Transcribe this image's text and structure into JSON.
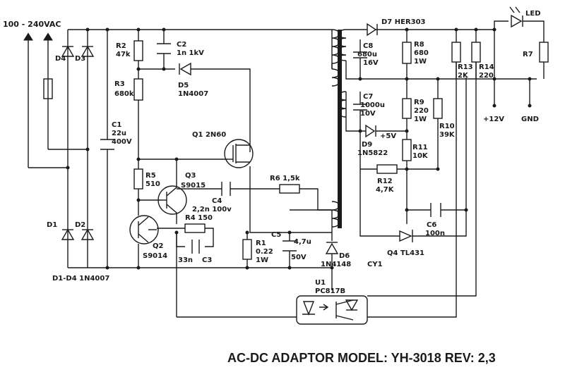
{
  "diagram_title": "AC-DC ADAPTOR  MODEL: YH-3018 REV: 2,3",
  "input": {
    "voltage": "100 - 240VAC"
  },
  "outputs": {
    "v12": "+12V",
    "gnd": "GND",
    "v5": "+5V"
  },
  "components": {
    "D4": "D4",
    "D3": "D3",
    "D1": "D1",
    "D2": "D2",
    "bridge": "D1-D4 1N4007",
    "C1": "C1",
    "C1v": "22u",
    "C1r": "400V",
    "R2": "R2",
    "R2v": "47k",
    "C2": "C2",
    "C2v": "1n 1kV",
    "D5": "D5",
    "D5v": "1N4007",
    "R3": "R3",
    "R3v": "680k",
    "Q1": "Q1 2N60",
    "R5": "R5",
    "R5v": "510",
    "Q3": "Q3",
    "Q3v": "S9015",
    "C4": "C4",
    "C4v": "2,2n 100v",
    "R6": "R6 1,5k",
    "Q2": "Q2",
    "Q2v": "S9014",
    "R4": "R4 150",
    "C3v": "33n",
    "C3": "C3",
    "R1": "R1",
    "R1v": "0.22",
    "R1r": "1W",
    "C5": "C5",
    "C5v": "4,7u",
    "C5r": "50V",
    "D6": "D6",
    "D6v": "1N4148",
    "CY1": "CY1",
    "U1": "U1",
    "U1v": "PC817B",
    "D7": "D7  HER303",
    "C8": "C8",
    "C8v": "680u",
    "C8r": "16V",
    "R8": "R8",
    "R8v": "680",
    "R8r": "1W",
    "R13": "R13",
    "R13v": "2K",
    "R14": "R14",
    "R14v": "220",
    "LED": "LED",
    "R7": "R7",
    "C7": "C7",
    "C7v": "1000u",
    "C7r": "10V",
    "R9": "R9",
    "R9v": "220",
    "R9r": "1W",
    "R10": "R10",
    "R10v": "39K",
    "D9": "D9",
    "D9v": "1N5822",
    "R11": "R11",
    "R11v": "10K",
    "R12": "R12",
    "R12v": "4,7K",
    "C6": "C6",
    "C6v": "100n",
    "Q4": "Q4  TL431"
  }
}
